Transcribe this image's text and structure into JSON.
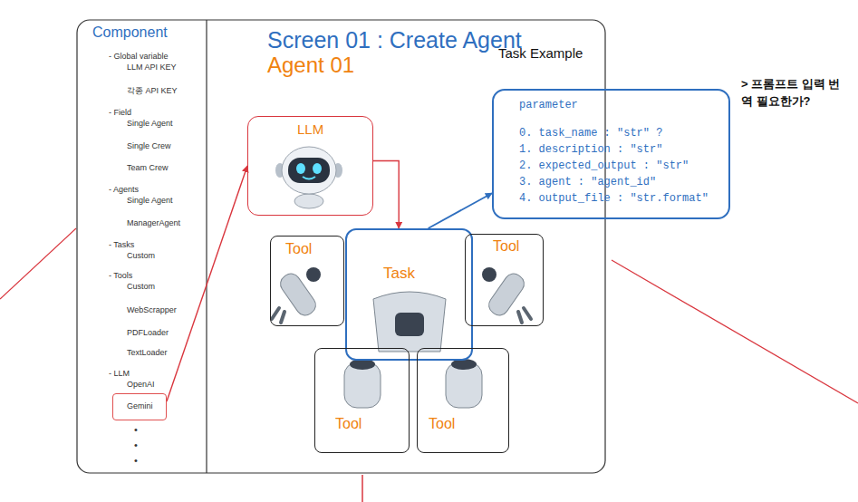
{
  "diagram": {
    "title": "Screen 01 : Create Agent",
    "nodes": [
      {
        "text": [
          "Gemini"
        ]
      },
      {
        "text": [
          "LLM"
        ]
      },
      {
        "text": [
          "Task"
        ]
      },
      {
        "text": [
          "Task Example",
          "parameter",
          "0. task_name : \"str\" ?",
          "1. description : \"str\"",
          "2. expected_output : \"str\"",
          "3. agent : \"agent_id\"",
          "4. output_file : \"str.format\""
        ]
      },
      {
        "text": [
          "Tool"
        ]
      },
      {
        "text": [
          "Tool"
        ]
      },
      {
        "text": [
          "Tool"
        ]
      },
      {
        "text": [
          "Tool"
        ]
      }
    ],
    "edges": [
      {
        "from": 0,
        "to": 1,
        "arrow": "to"
      },
      {
        "from": 1,
        "to": 2,
        "arrow": "to"
      },
      {
        "from": 2,
        "to": 3,
        "arrow": "to"
      }
    ],
    "labels": [
      "Component",
      "- Global variable",
      "LLM API KEY",
      "각종 API KEY",
      "- Field",
      "Single Agent",
      "Single Crew",
      "Team Crew",
      "- Agents",
      "Single Agent",
      "ManagerAgent",
      "- Tasks",
      "Custom",
      "- Tools",
      "Custom",
      "WebScrapper",
      "PDFLoader",
      "TextLoader",
      "- LLM",
      "OpenAI",
      "•",
      "•",
      "•",
      "Agent 01",
      "> 프롬프트 입력 번역 필요한가?"
    ]
  }
}
